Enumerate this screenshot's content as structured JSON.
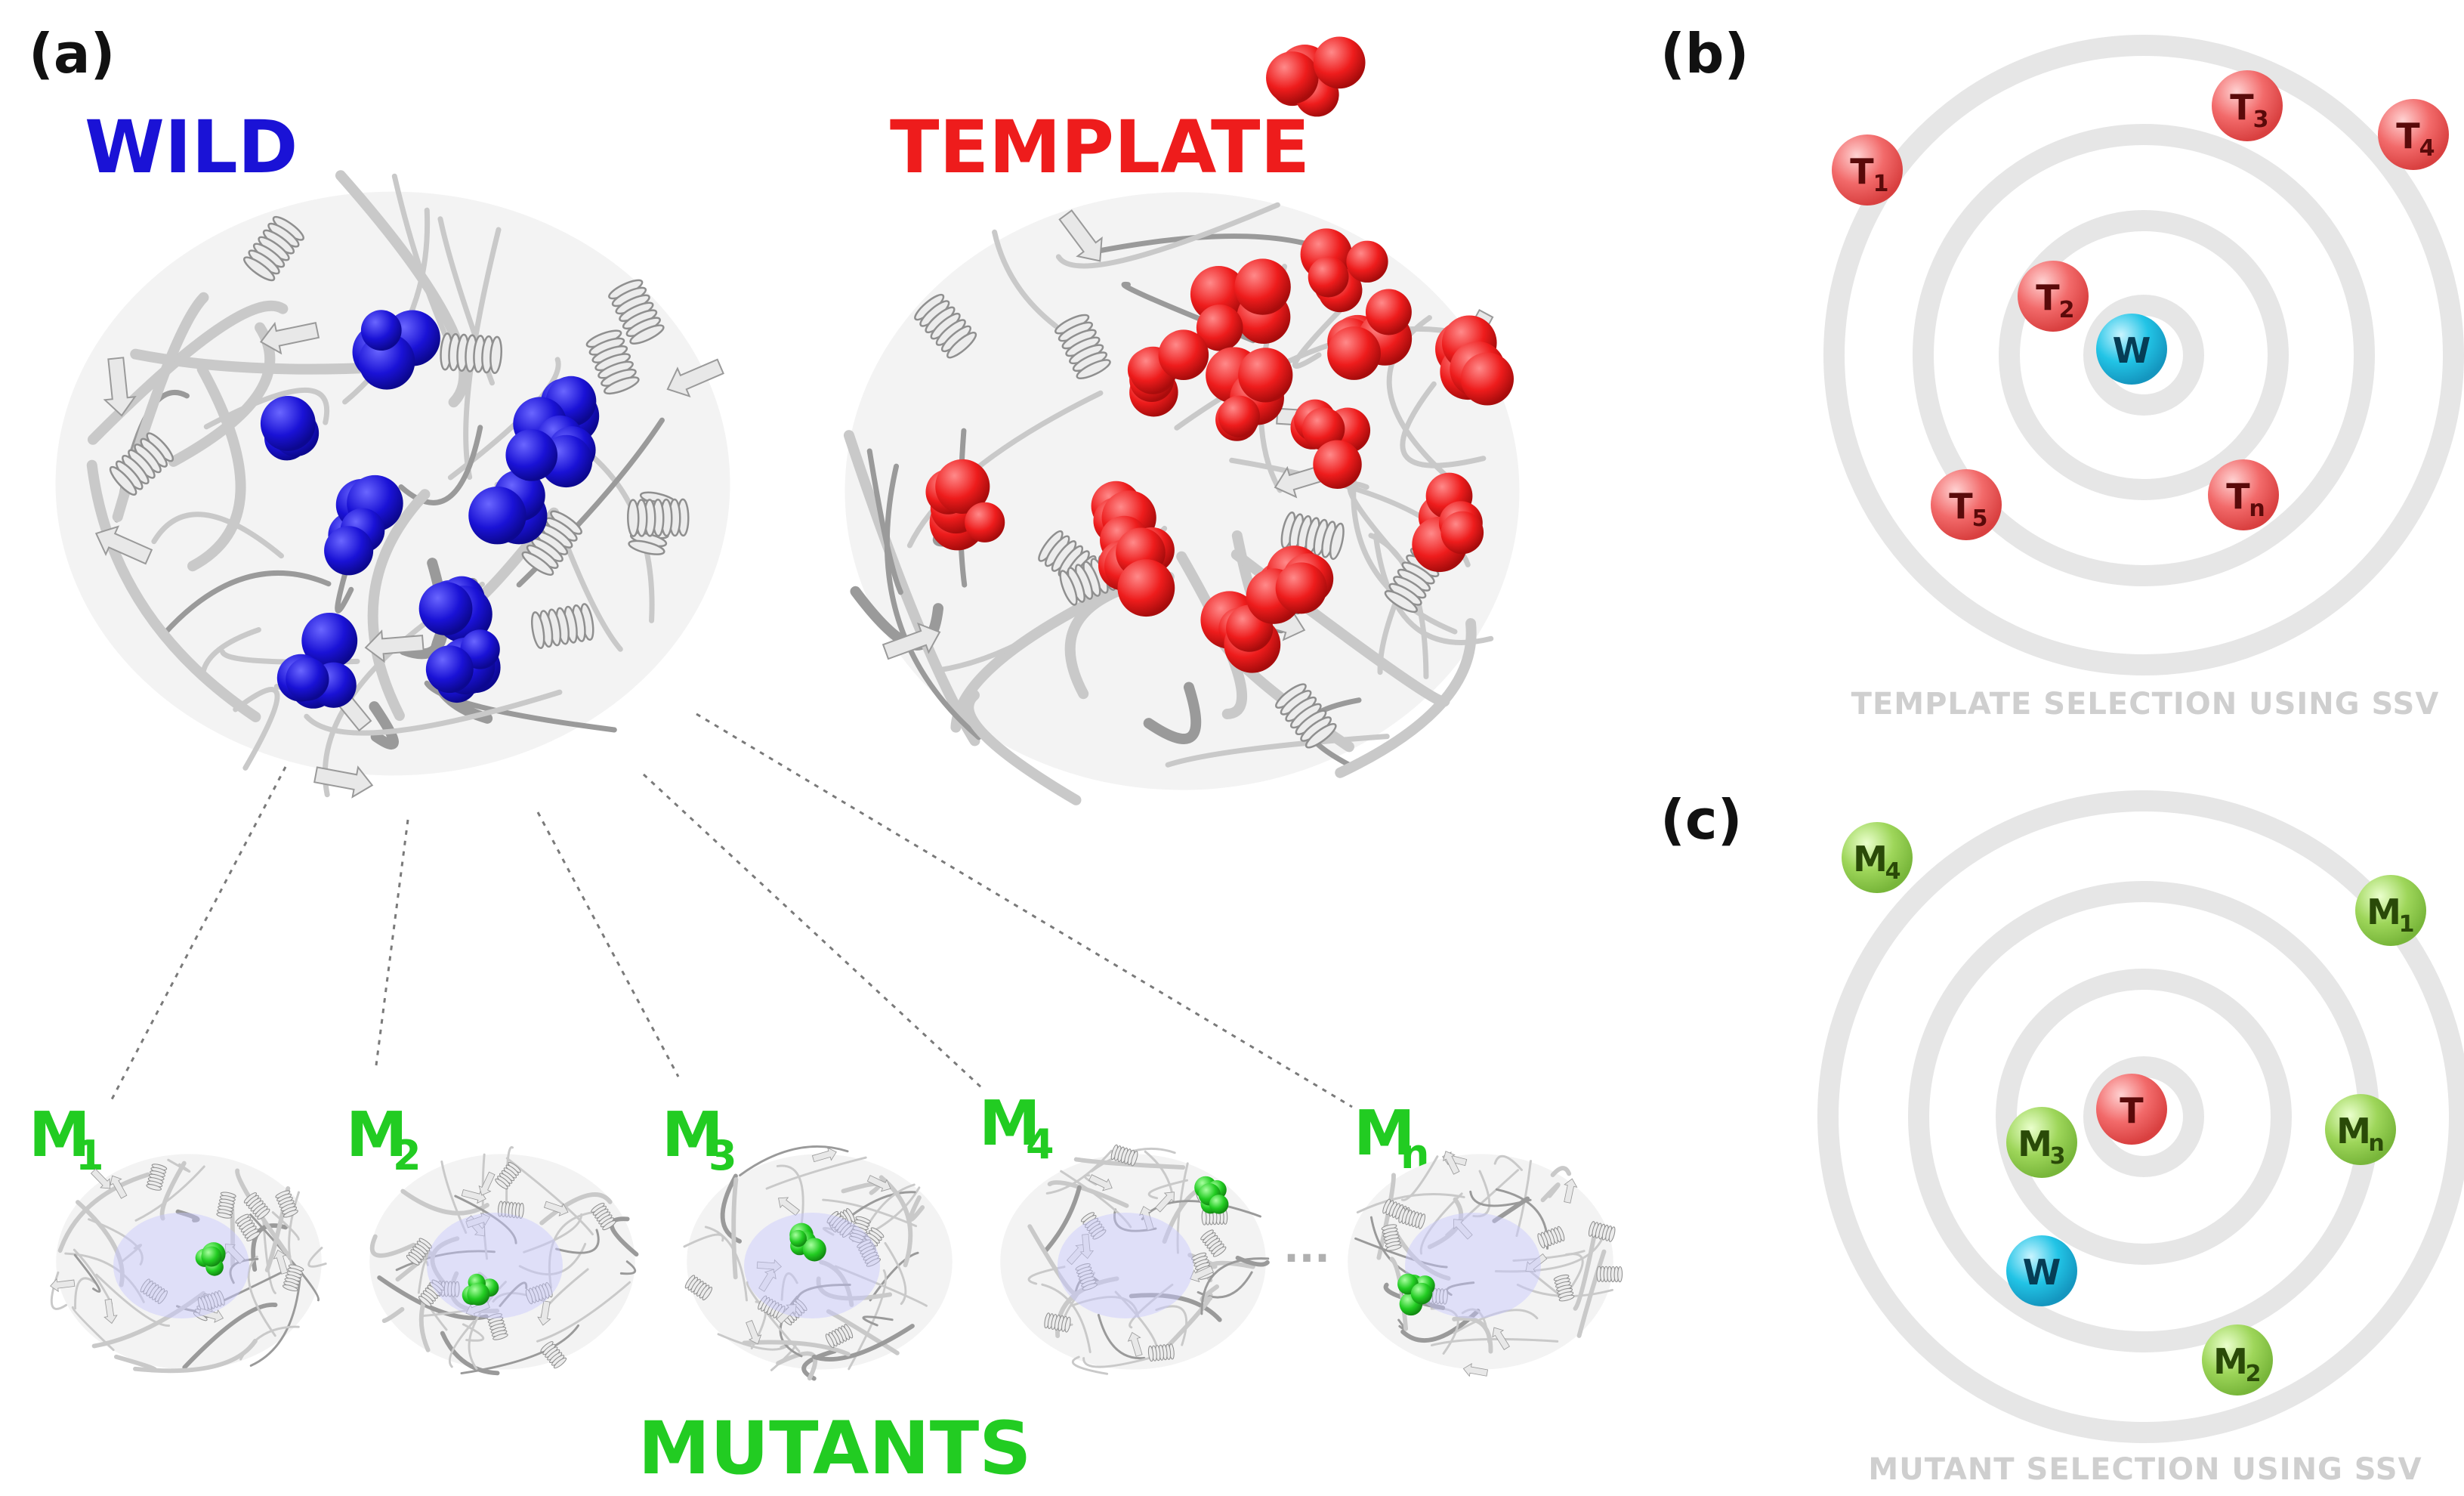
{
  "panel_a": {
    "label": "(a)",
    "wild_label": "WILD",
    "template_label": "TEMPLATE",
    "mutants_label": "MUTANTS",
    "ellipsis": "...",
    "mutants": [
      {
        "main": "M",
        "sub": "1"
      },
      {
        "main": "M",
        "sub": "2"
      },
      {
        "main": "M",
        "sub": "3"
      },
      {
        "main": "M",
        "sub": "4"
      },
      {
        "main": "M",
        "sub": "n"
      }
    ]
  },
  "panel_b": {
    "label": "(b)",
    "caption": "TEMPLATE SELECTION USING SSV",
    "nodes": [
      {
        "main": "T",
        "sub": "1"
      },
      {
        "main": "T",
        "sub": "3"
      },
      {
        "main": "T",
        "sub": "4"
      },
      {
        "main": "T",
        "sub": "2"
      },
      {
        "main": "W",
        "sub": ""
      },
      {
        "main": "T",
        "sub": "5"
      },
      {
        "main": "T",
        "sub": "n"
      }
    ]
  },
  "panel_c": {
    "label": "(c)",
    "caption": "MUTANT SELECTION USING SSV",
    "nodes": [
      {
        "main": "M",
        "sub": "4"
      },
      {
        "main": "M",
        "sub": "1"
      },
      {
        "main": "T",
        "sub": ""
      },
      {
        "main": "M",
        "sub": "3"
      },
      {
        "main": "M",
        "sub": "n"
      },
      {
        "main": "W",
        "sub": ""
      },
      {
        "main": "M",
        "sub": "2"
      }
    ]
  },
  "colors": {
    "wild": "#1a12d6",
    "template": "#ee1c1c",
    "mutant": "#22cc22",
    "node_template": "#f26a6a",
    "node_mutant": "#9ed65a",
    "node_wild": "#22b8dd",
    "ring": "#e6e6e6",
    "caption": "#cfcfcf"
  }
}
